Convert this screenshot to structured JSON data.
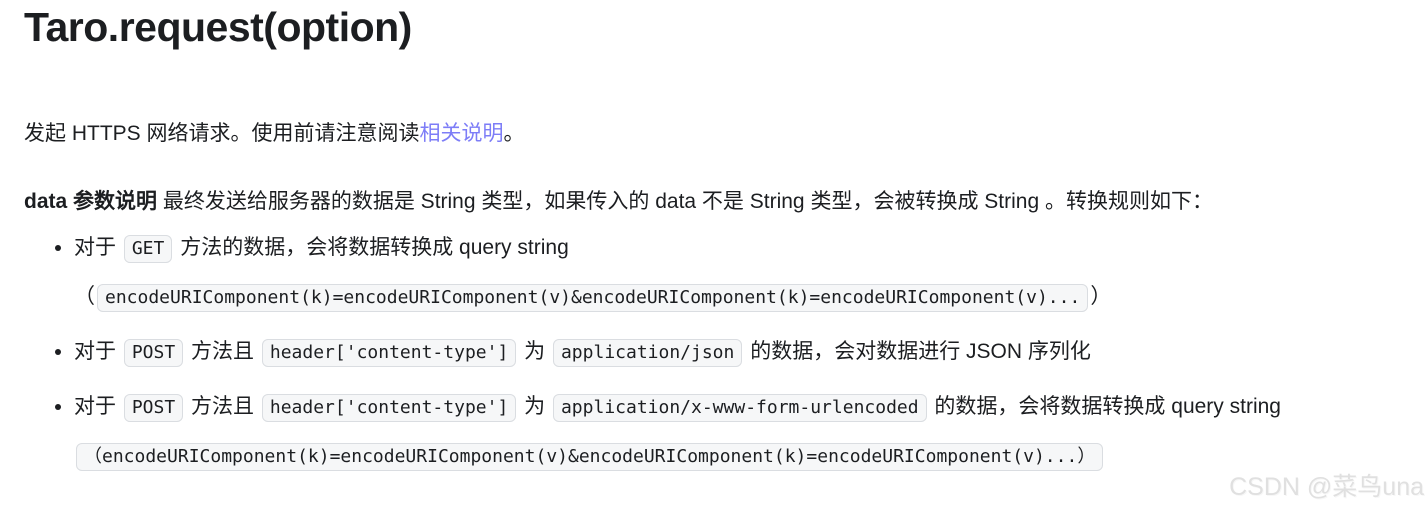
{
  "colors": {
    "text": "#1c1e21",
    "link": "#7d7df7",
    "code_bg": "#f6f7f8",
    "code_border": "#dadde1",
    "watermark": "#e0e0e0"
  },
  "header": {
    "title": "Taro.request(option)"
  },
  "intro": {
    "before_link": "发起 HTTPS 网络请求。使用前请注意阅读",
    "link_text": "相关说明",
    "after_link": "。"
  },
  "data_note": {
    "label": "data 参数说明",
    "text": " 最终发送给服务器的数据是 String 类型，如果传入的 data 不是 String 类型，会被转换成 String 。转换规则如下："
  },
  "rules_list": {
    "items": [
      {
        "lines": [
          [
            {
              "t": "text",
              "v": "对于 "
            },
            {
              "t": "code",
              "v": "GET"
            },
            {
              "t": "text",
              "v": " 方法的数据，会将数据转换成 query string"
            }
          ],
          [
            {
              "t": "text",
              "v": "（"
            },
            {
              "t": "code",
              "v": "encodeURIComponent(k)=encodeURIComponent(v)&encodeURIComponent(k)=encodeURIComponent(v)..."
            },
            {
              "t": "text",
              "v": "）"
            }
          ]
        ]
      },
      {
        "lines": [
          [
            {
              "t": "text",
              "v": "对于 "
            },
            {
              "t": "code",
              "v": "POST"
            },
            {
              "t": "text",
              "v": " 方法且 "
            },
            {
              "t": "code",
              "v": "header['content-type']"
            },
            {
              "t": "text",
              "v": " 为 "
            },
            {
              "t": "code",
              "v": "application/json"
            },
            {
              "t": "text",
              "v": " 的数据，会对数据进行 JSON 序列化"
            }
          ]
        ]
      },
      {
        "lines": [
          [
            {
              "t": "text",
              "v": "对于 "
            },
            {
              "t": "code",
              "v": "POST"
            },
            {
              "t": "text",
              "v": " 方法且 "
            },
            {
              "t": "code",
              "v": "header['content-type']"
            },
            {
              "t": "text",
              "v": " 为 "
            },
            {
              "t": "code",
              "v": "application/x-www-form-urlencoded"
            },
            {
              "t": "text",
              "v": " 的数据，会将数据转换成 query string"
            }
          ],
          [
            {
              "t": "code",
              "v": "（encodeURIComponent(k)=encodeURIComponent(v)&encodeURIComponent(k)=encodeURIComponent(v)...）"
            }
          ]
        ]
      }
    ]
  },
  "watermark": {
    "text": "CSDN @菜鸟una"
  }
}
